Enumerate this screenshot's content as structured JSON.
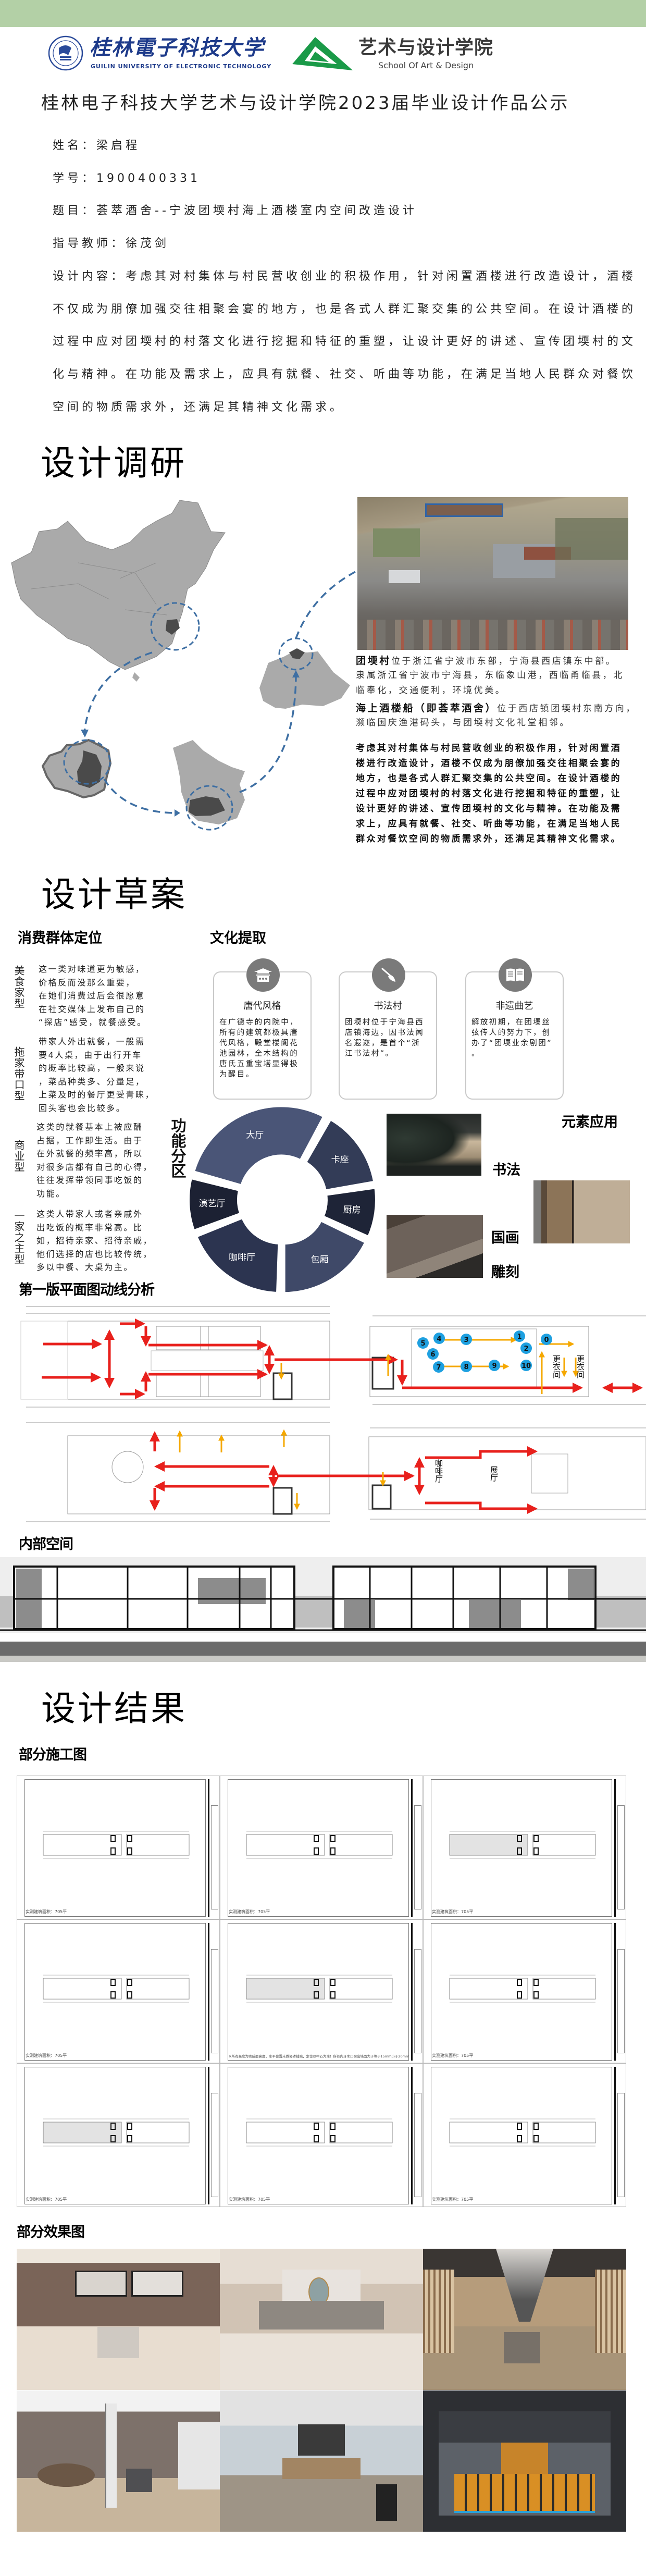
{
  "header": {
    "university_name_cn": "桂林電子科技大学",
    "university_name_en": "GUILIN UNIVERSITY OF ELECTRONIC TECHNOLOGY",
    "school_name_cn": "艺术与设计学院",
    "school_name_en": "School Of Art & Design",
    "title": "桂林电子科技大学艺术与设计学院2023届毕业设计作品公示"
  },
  "info": {
    "name": "姓名：梁启程",
    "student_id": "学号：1900400331",
    "topic": "题目：荟萃酒舍--宁波团堧村海上酒楼室内空间改造设计",
    "advisor": "指导教师：徐茂剑",
    "content_lines": [
      "设计内容：考虑其对村集体与村民营收创业的积极作用，针对闲置酒楼进行改造设计，酒楼",
      "不仅成为朋僚加强交往相聚会宴的地方，也是各式人群汇聚交集的公共空间。在设计酒楼的",
      "过程中应对团堧村的村落文化进行挖掘和特征的重塑，让设计更好的讲述、宣传团堧村的文",
      "化与精神。在功能及需求上，应具有就餐、社交、听曲等功能，在满足当地人民群众对餐饮",
      "空间的物质需求外，还满足其精神文化需求。"
    ]
  },
  "research": {
    "heading": "设计调研",
    "village_name": "团堧村",
    "village_line1": "位于浙江省宁波市东部，宁海县西店镇东中部。",
    "village_line2": "隶属浙江省宁波市宁海县，东临象山港，西临甬临县，北",
    "village_line3": "临奉化，交通便利，环境优美。",
    "boat_name": "海上酒楼船（即荟萃酒舍）",
    "boat_line1": "位于西店镇团堧村东南方向，",
    "boat_line2": "濒临国庆渔港码头，与团堧村文化礼堂相邻。",
    "summary_lines": [
      "考虑其对村集体与村民营收创业的积极作用，针对闲置酒",
      "楼进行改造设计，酒楼不仅成为朋僚加强交往相聚会宴的",
      "地方，也是各式人群汇聚交集的公共空间。在设计酒楼的",
      "过程中应对团堧村的村落文化进行挖掘和特征的重塑，让",
      "设计更好的讲述、宣传团堧村的文化与精神。在功能及需",
      "求上，应具有就餐、社交、听曲等功能，在满足当地人民",
      "群众对餐饮空间的物质需求外，还满足其精神文化需求。"
    ],
    "map_color": "#aaaaaa",
    "highlight_color": "#4a4a4a",
    "dash_color": "#3e6fa3"
  },
  "draft": {
    "heading": "设计草案",
    "consumer_heading": "消费群体定位",
    "consumers": [
      {
        "label": "美食家型",
        "lines": [
          "这一类对味道更为敏感，",
          "价格反而没那么重要，",
          "在她们消费过后会很愿意",
          "在社交媒体上发布自己的",
          "“探店”感受，就餐感受。"
        ]
      },
      {
        "label": "拖家带口型",
        "lines": [
          "带家人外出就餐，一般需",
          "要4人桌，由于出行开车",
          "的概率比较高，一般来说",
          "，菜品种类多、分量足，",
          "上菜及时的餐厅更受青睐，",
          "回头客也会比较多。"
        ]
      },
      {
        "label": "商业型",
        "lines": [
          "这类的就餐基本上被应酬",
          "占据，工作即生活。由于",
          "在外就餐的频率高，所以",
          "对很多店都有自己的心得，",
          "往往发挥带领同事吃饭的",
          "功能。"
        ]
      },
      {
        "label": "一家之主型",
        "lines": [
          "这类人带家人或者亲戚外",
          "出吃饭的概率非常高。比",
          "如，招待亲家、招待亲戚，",
          "他们选择的店也比较传统，",
          "多以中餐、大桌为主。"
        ]
      }
    ],
    "culture_heading": "文化提取",
    "culture_cards": [
      {
        "icon": "pavilion-icon",
        "title": "唐代风格",
        "lines": [
          "在广德寺的内院中，",
          "所有的建筑都极具唐",
          "代风格，殿堂楼阁花",
          "池园林，全木结构的",
          "唐氏五重宝塔显得极",
          "为醒目。"
        ]
      },
      {
        "icon": "brush-icon",
        "title": "书法村",
        "lines": [
          "团堧村位于宁海县西",
          "店镇海边，因书法闻",
          "名遐迩，是首个“浙",
          "江书法村”。"
        ]
      },
      {
        "icon": "book-icon",
        "title": "非遗曲艺",
        "lines": [
          "解放初期，在团堧丝",
          "弦传人的努力下，创",
          "办了“团堧业余剧团”",
          "。"
        ]
      }
    ],
    "function_heading": "功能分区",
    "function_zones": [
      {
        "name": "大厅",
        "start": -100,
        "end": 28,
        "color": "#4a5577"
      },
      {
        "name": "卡座",
        "start": 30,
        "end": 80,
        "color": "#333c57"
      },
      {
        "name": "厨房",
        "start": 82,
        "end": 114,
        "color": "#1e2437"
      },
      {
        "name": "包厢",
        "start": 116,
        "end": 180,
        "color": "#3f4968"
      },
      {
        "name": "咖啡厅",
        "start": 182,
        "end": 248,
        "color": "#2c3450"
      },
      {
        "name": "演艺厅",
        "start": 250,
        "end": 258,
        "color": "#1c2133"
      }
    ],
    "element_heading": "元素应用",
    "elements": [
      "书法",
      "国画",
      "雕刻"
    ]
  },
  "plans": {
    "heading": "第一版平面图动线分析",
    "labels": {
      "cafe": "咖啡厅",
      "exhibition": "展厅",
      "locker1": "更衣间",
      "locker2": "更衣间"
    },
    "kitchen_steps": [
      "0",
      "1",
      "2",
      "3",
      "4",
      "5",
      "6",
      "7",
      "8",
      "9",
      "10"
    ],
    "flow_color": "#e8201c",
    "service_color": "#f5a800",
    "step_color": "#1ea0e0"
  },
  "interior": {
    "heading": "内部空间"
  },
  "results": {
    "heading": "设计结果",
    "drawings_heading": "部分施工图",
    "drawing_caption": "实测建筑面积：705平",
    "drawing_note": "※所有高度为完成面高度，水平位置未做瓷砖铺贴，定位以中心为准！所有内牙木口突出墙面大于等于15mm小于20mm",
    "renders_heading": "部分效果图"
  }
}
